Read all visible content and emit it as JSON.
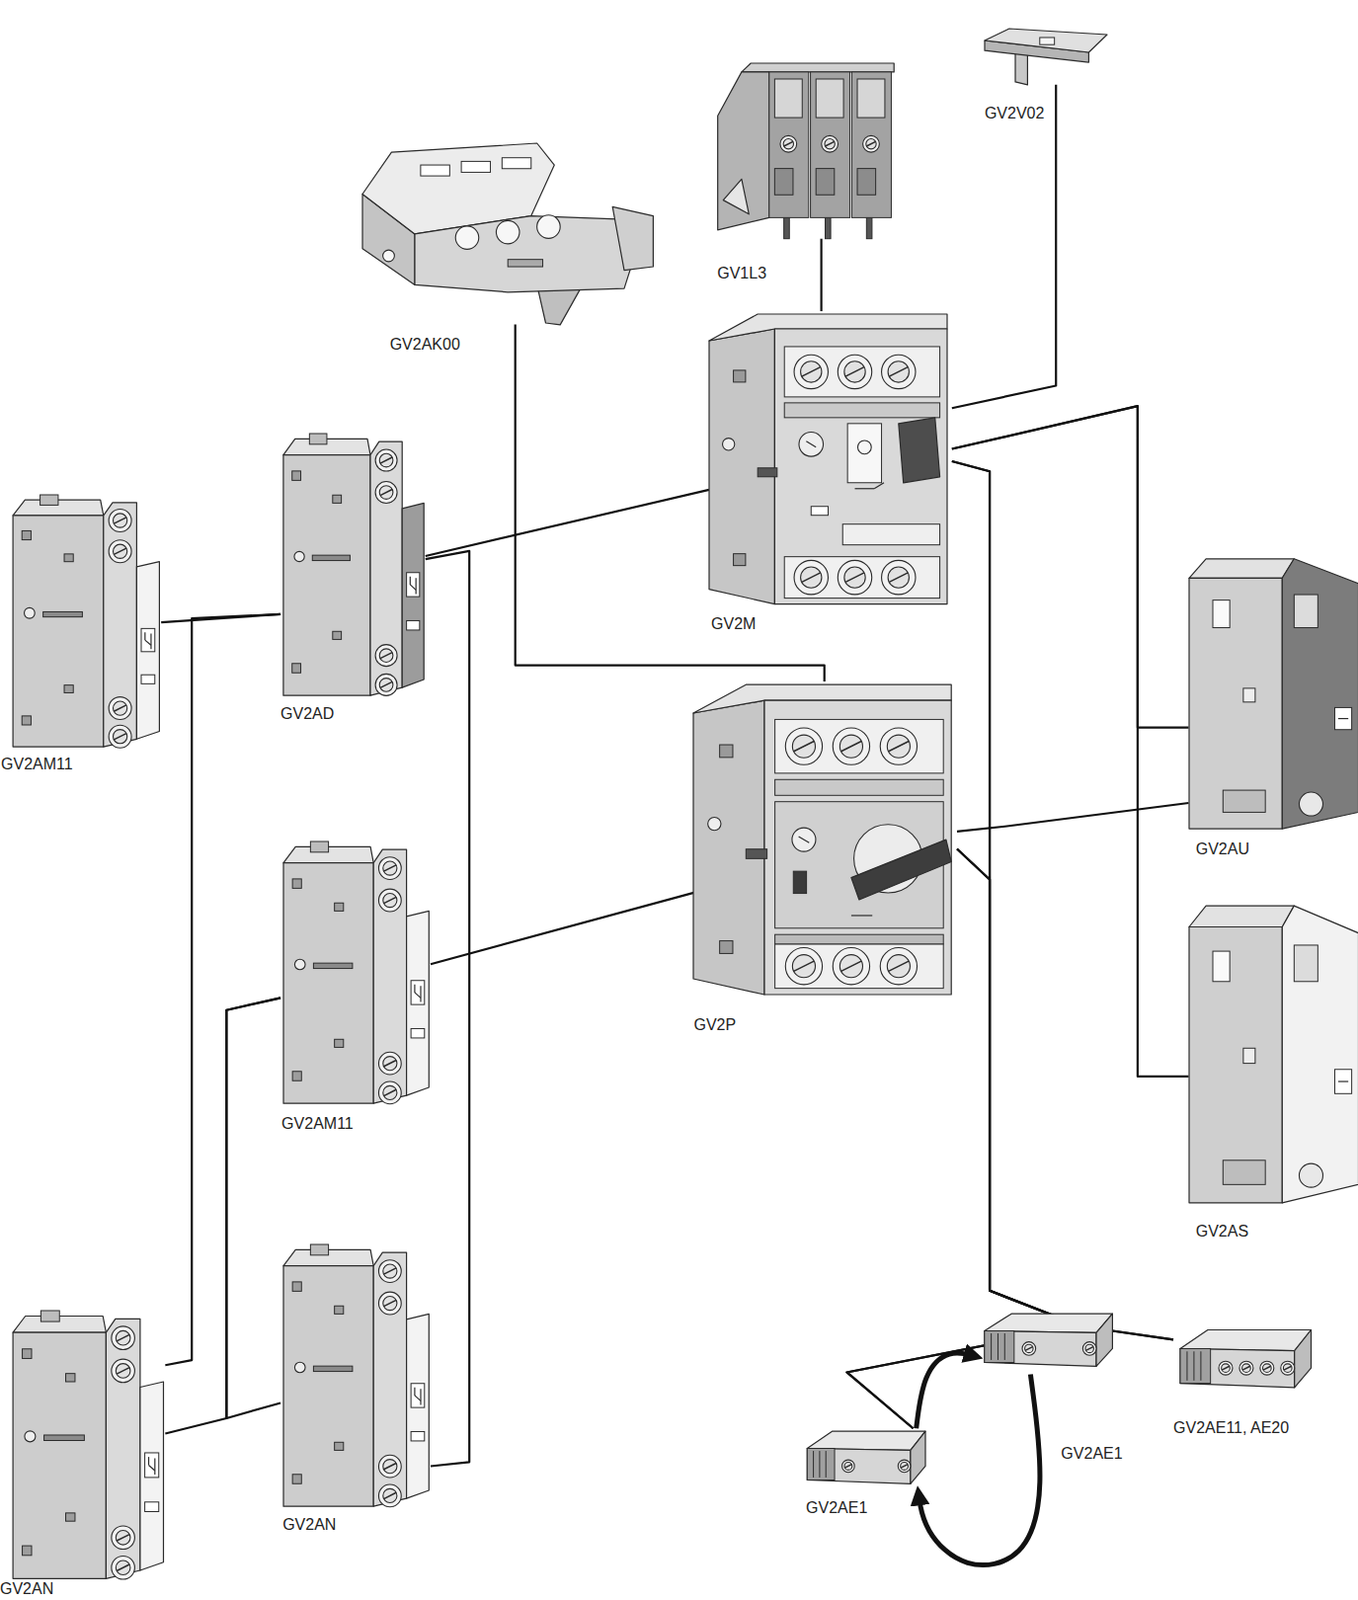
{
  "diagram": {
    "nodes": [
      {
        "text": [
          "GV2V02"
        ]
      },
      {
        "text": [
          "GV1L3"
        ]
      },
      {
        "text": [
          "GV2AK00"
        ]
      },
      {
        "text": [
          "GV2M"
        ]
      },
      {
        "text": [
          "GV2AD"
        ]
      },
      {
        "text": [
          "GV2AM11"
        ]
      },
      {
        "text": [
          "GV2P"
        ]
      },
      {
        "text": [
          "GV2AU"
        ]
      },
      {
        "text": [
          "GV2AM11"
        ]
      },
      {
        "text": [
          "GV2AS"
        ]
      },
      {
        "text": [
          "GV2AN"
        ]
      },
      {
        "text": [
          "GV2AN"
        ]
      },
      {
        "text": [
          "GV2AE11, AE20"
        ]
      },
      {
        "text": [
          "GV2AE1"
        ]
      },
      {
        "text": [
          "GV2AE1"
        ]
      }
    ],
    "edges": [
      {
        "from": 1,
        "to": 3,
        "arrow": "none"
      },
      {
        "from": 0,
        "to": 3,
        "arrow": "none"
      },
      {
        "from": 2,
        "to": 6,
        "arrow": "none"
      },
      {
        "from": 4,
        "to": 3,
        "arrow": "none"
      },
      {
        "from": 5,
        "to": 4,
        "arrow": "none"
      },
      {
        "from": 10,
        "to": 4,
        "arrow": "none"
      },
      {
        "from": 11,
        "to": 4,
        "arrow": "none"
      },
      {
        "from": 8,
        "to": 6,
        "arrow": "none"
      },
      {
        "from": 10,
        "to": 8,
        "arrow": "none"
      },
      {
        "from": 11,
        "to": 8,
        "arrow": "none"
      },
      {
        "from": 3,
        "to": 7,
        "arrow": "none"
      },
      {
        "from": 3,
        "to": 9,
        "arrow": "none"
      },
      {
        "from": 6,
        "to": 7,
        "arrow": "none"
      },
      {
        "from": 3,
        "to": 12,
        "arrow": "none"
      },
      {
        "from": 3,
        "to": 14,
        "arrow": "none"
      },
      {
        "from": 6,
        "to": 12,
        "arrow": "none"
      },
      {
        "from": 6,
        "to": 14,
        "arrow": "none"
      },
      {
        "from": 14,
        "to": 13,
        "arrow": "to"
      },
      {
        "from": 13,
        "to": 14,
        "arrow": "to"
      }
    ]
  }
}
